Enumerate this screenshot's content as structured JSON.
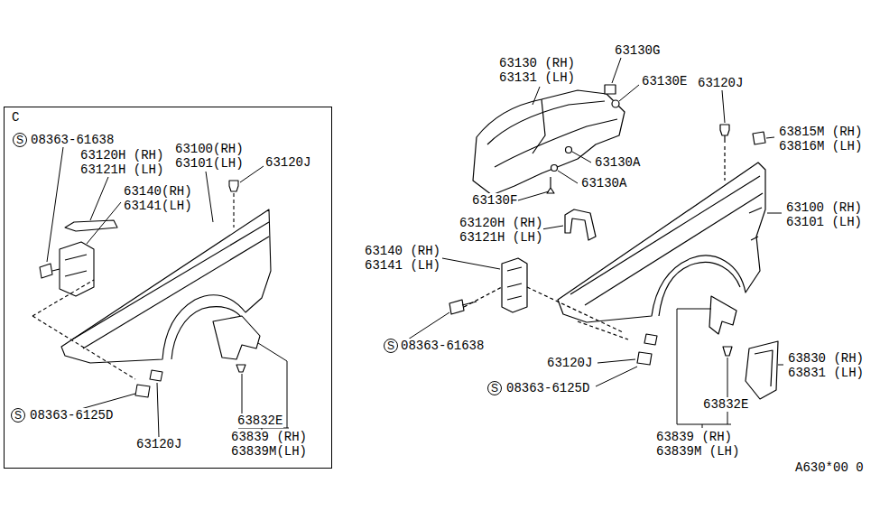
{
  "diagram": {
    "nodes": [
      {
        "text": [
          "C",
          "S",
          "08363-61638",
          "63120H (RH)",
          "63121H (LH)",
          "63140(RH)",
          "63141(LH)",
          "63100(RH)",
          "63101(LH)",
          "63120J",
          "S",
          "08363-6125D",
          "63120J",
          "63832E",
          "63839 (RH)",
          "63839M(LH)"
        ]
      }
    ],
    "labels": [
      "63130 (RH)",
      "63131 (LH)",
      "63130G",
      "63130E",
      "63120J",
      "63815M (RH)",
      "63816M (LH)",
      "63130A",
      "63130A",
      "63130F",
      "63100 (RH)",
      "63101 (LH)",
      "63120H (RH)",
      "63121H (LH)",
      "63140 (RH)",
      "63141 (LH)",
      "S",
      "08363-61638",
      "63120J",
      "S",
      "08363-6125D",
      "63830 (RH)",
      "63831 (LH)",
      "63832E",
      "63839 (RH)",
      "63839M (LH)",
      "A630*00 0"
    ]
  }
}
